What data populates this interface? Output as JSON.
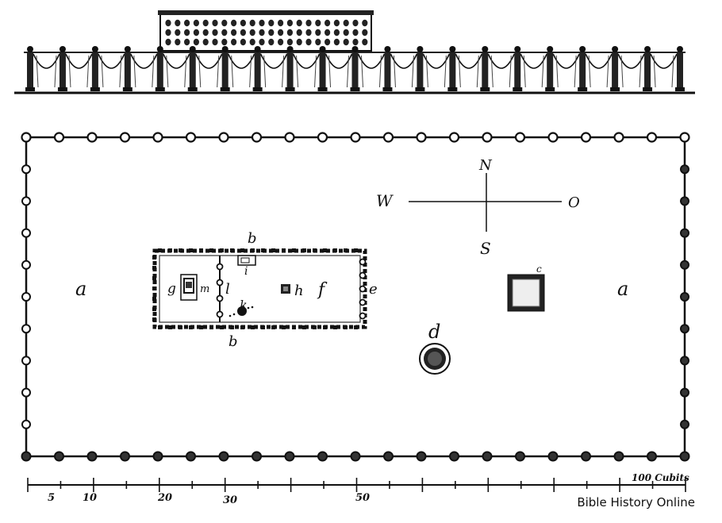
{
  "diagram": {
    "labels": {
      "court_west": "a",
      "court_east": "a",
      "tabernacle_north_side": "b",
      "tabernacle_south_side": "b",
      "altar": "c",
      "laver": "d",
      "tabernacle_entrance": "e",
      "holy_place": "f",
      "holy_of_holies": "g",
      "altar_of_incense": "h",
      "table_of_showbread": "i",
      "candlestick": "k",
      "veil": "l",
      "ark": "m"
    },
    "compass": {
      "north": "N",
      "south": "S",
      "west": "W",
      "east": "O"
    },
    "scale": {
      "unit_label": "100 Cubits",
      "ticks": [
        "5",
        "10",
        "20",
        "30",
        "50"
      ]
    },
    "credit": "Bible History Online"
  }
}
